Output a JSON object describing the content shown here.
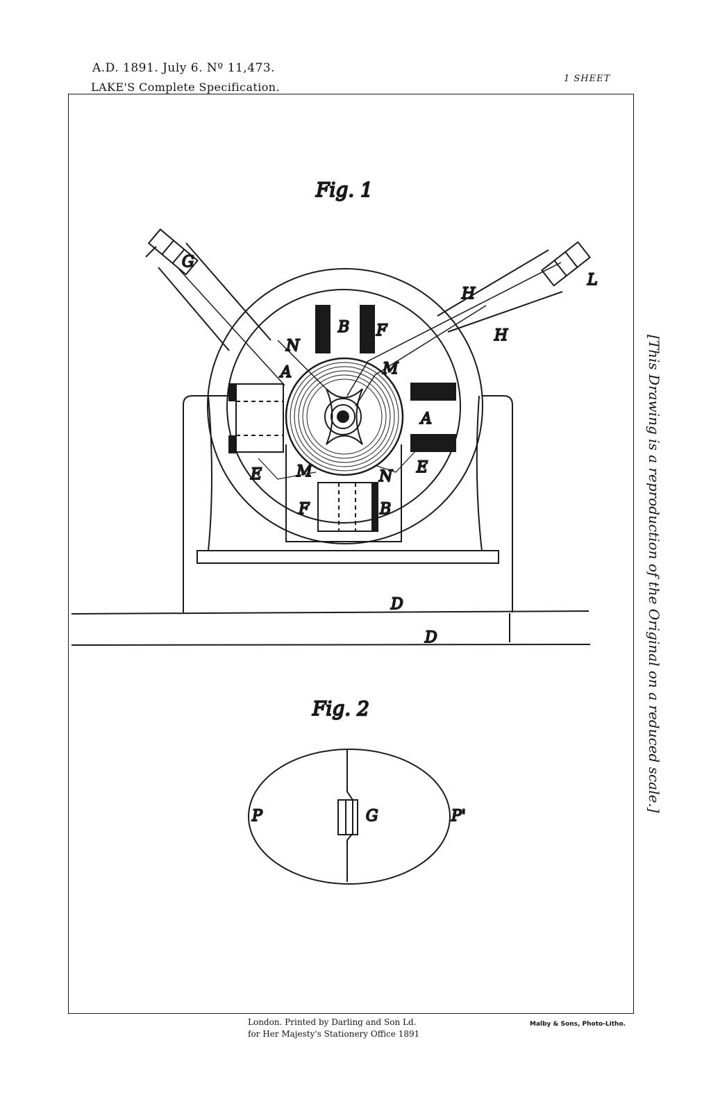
{
  "header": {
    "line1": "A.D. 1891. July 6. Nº 11,473.",
    "line2": "LAKE'S Complete Specification.",
    "sheet": "1 SHEET"
  },
  "side_note": "[This Drawing is a reproduction of the Original on a reduced scale.]",
  "footer": {
    "printer_line1": "London. Printed by Darling and Son Ld.",
    "printer_line2": "for Her Majesty's Stationery Office 1891",
    "litho": "Malby & Sons, Photo-Litho."
  },
  "figures": {
    "fig1_title": "Fig. 1",
    "fig2_title": "Fig. 2"
  },
  "labels": {
    "G": "G",
    "L": "L",
    "H": "H",
    "B": "B",
    "F": "F",
    "N": "N",
    "A": "A",
    "M": "M",
    "E": "E",
    "D": "D",
    "P": "P",
    "P_prime": "P'"
  }
}
